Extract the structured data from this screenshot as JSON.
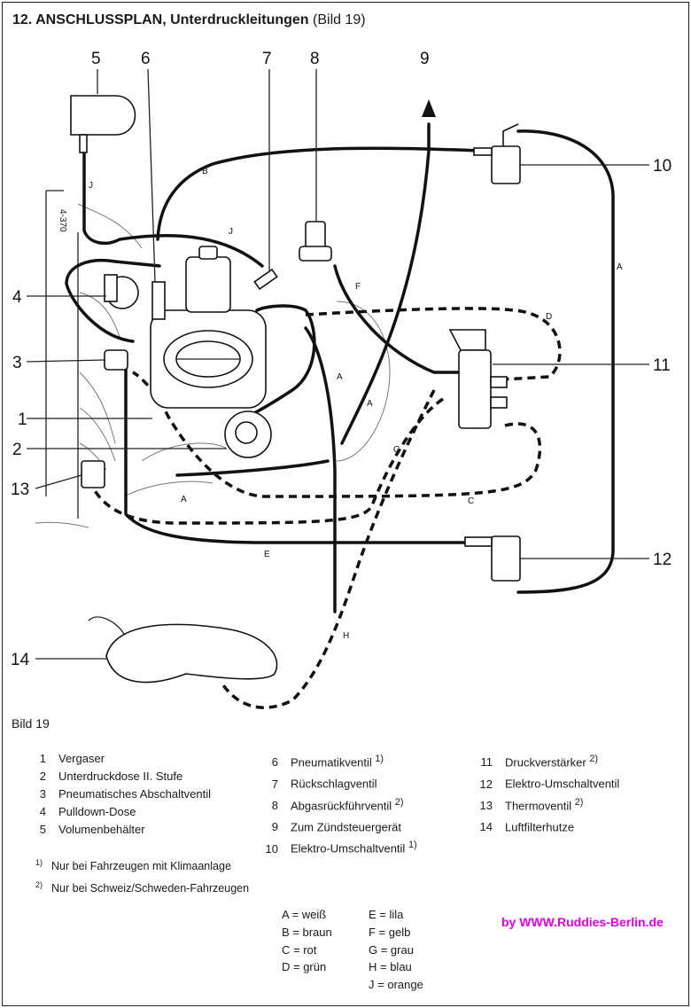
{
  "title": {
    "main": "12. ANSCHLUSSPLAN, Unterdruckleitungen",
    "figure_ref": "(Bild 19)"
  },
  "side_mark": "4-370",
  "callouts": [
    "1",
    "2",
    "3",
    "4",
    "5",
    "6",
    "7",
    "8",
    "9",
    "10",
    "11",
    "12",
    "13",
    "14"
  ],
  "hose_labels": {
    "A": "A",
    "B": "B",
    "C": "C",
    "D": "D",
    "E": "E",
    "F": "F",
    "G": "G",
    "H": "H",
    "J": "J"
  },
  "figure_caption": "Bild 19",
  "legend": {
    "col1": [
      {
        "num": "1",
        "label": "Vergaser"
      },
      {
        "num": "2",
        "label": "Unterdruckdose II. Stufe"
      },
      {
        "num": "3",
        "label": "Pneumatisches Abschaltventil"
      },
      {
        "num": "4",
        "label": "Pulldown-Dose"
      },
      {
        "num": "5",
        "label": "Volumenbehälter"
      }
    ],
    "col2": [
      {
        "num": "6",
        "label": "Pneumatikventil",
        "note": "1)"
      },
      {
        "num": "7",
        "label": "Rückschlagventil",
        "note": ""
      },
      {
        "num": "8",
        "label": "Abgasrückführventil",
        "note": "2)"
      },
      {
        "num": "9",
        "label": "Zum Zündsteuergerät",
        "note": ""
      },
      {
        "num": "10",
        "label": "Elektro-Umschaltventil",
        "note": "1)"
      }
    ],
    "col3": [
      {
        "num": "11",
        "label": "Druckverstärker",
        "note": "2)"
      },
      {
        "num": "12",
        "label": "Elektro-Umschaltventil",
        "note": ""
      },
      {
        "num": "13",
        "label": "Thermoventil",
        "note": "2)"
      },
      {
        "num": "14",
        "label": "Luftfilterhutze",
        "note": ""
      }
    ]
  },
  "footnotes": [
    {
      "mark": "1)",
      "text": "Nur bei Fahrzeugen mit Klimaanlage"
    },
    {
      "mark": "2)",
      "text": "Nur bei Schweiz/Schweden-Fahrzeugen"
    }
  ],
  "color_codes": {
    "left": [
      "A = weiß",
      "B = braun",
      "C = rot",
      "D = grün"
    ],
    "right": [
      "E = lila",
      "F = gelb",
      "G = grau",
      "H = blau",
      "J = orange"
    ]
  },
  "credit": "by  WWW.Ruddies-Berlin.de",
  "colors": {
    "credit": "#e600e6",
    "ink": "#111111"
  }
}
